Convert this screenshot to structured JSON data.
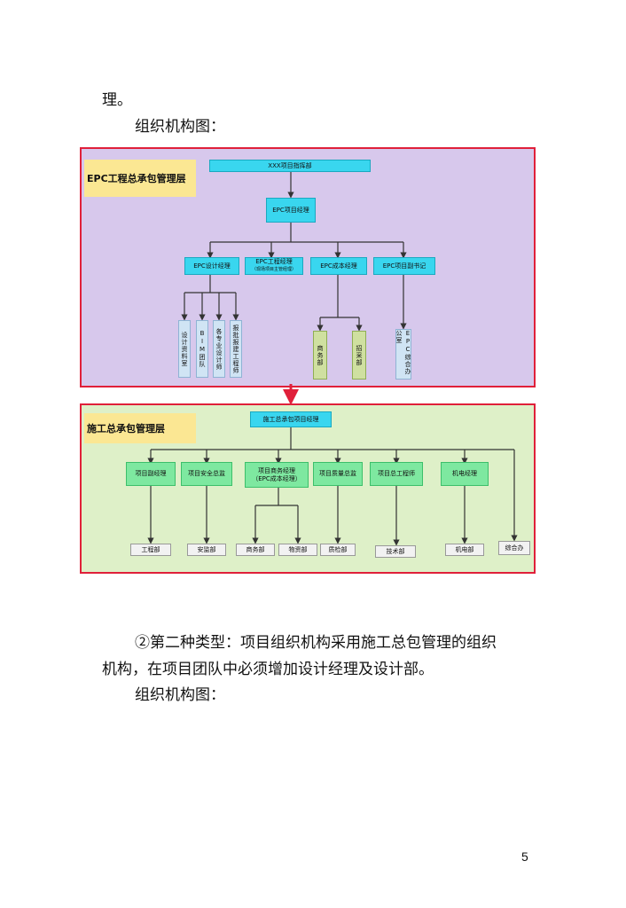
{
  "text": {
    "line1": "理。",
    "line2": "组织机构图：",
    "line3": "②第二种类型：项目组织机构采用施工总包管理的组织",
    "line4": "机构，在项目团队中必须增加设计经理及设计部。",
    "line5": "组织机构图：",
    "page_number": "5"
  },
  "diagram": {
    "epc_layer": {
      "label": "EPC工程总承包管理层",
      "hq": "XXX项目指挥部",
      "pm": "EPC项目经理",
      "managers": {
        "design": "EPC设计经理",
        "engineering": "EPC工程经理",
        "engineering_sub": "（现场项目主管经理）",
        "cost": "EPC成本经理",
        "deputy_secretary": "EPC项目副书记"
      },
      "design_depts": [
        "设计资料室",
        "BIM团队",
        "各专业设计师",
        "报批报建工程师"
      ],
      "cost_depts": [
        "商务部",
        "招采部"
      ],
      "office": "EPC综合办公室"
    },
    "construction_layer": {
      "label": "施工总承包管理层",
      "pm": "施工总承包项目经理",
      "managers": {
        "deputy_pm": "项目副经理",
        "safety": "项目安全总监",
        "commerce": "项目商务经理",
        "commerce_sub": "（EPC成本经理）",
        "quality": "项目质量总监",
        "chief_engineer": "项目总工程师",
        "mep": "机电经理"
      },
      "depts": {
        "engineering": "工程部",
        "safety": "安监部",
        "commerce": "商务部",
        "materials": "物资部",
        "quality": "质检部",
        "technical": "技术部",
        "mep": "机电部",
        "office": "综合办"
      }
    }
  }
}
